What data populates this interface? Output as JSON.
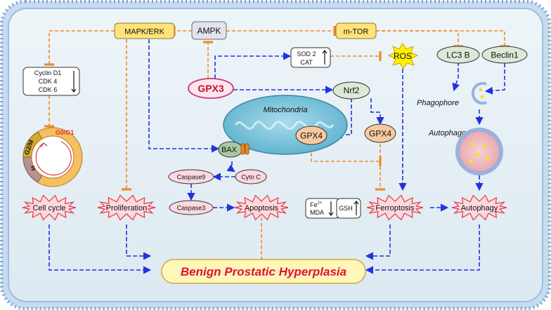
{
  "nodes": {
    "mapk": "MAPK/ERK",
    "ampk": "AMPK",
    "mtor": "m-TOR",
    "ros": "ROS",
    "sod2": "SOD 2",
    "cat": "CAT",
    "gpx3": "GPX3",
    "nrf2": "Nrf2",
    "lc3b": "LC3 B",
    "beclin1": "Beclin1",
    "cyclin_d1": "Cyclin D1",
    "cdk4": "CDK 4",
    "cdk6": "CDK 6",
    "mitochondria": "Mitochondria",
    "gpx4_mito": "GPX4",
    "gpx4_right": "GPX4",
    "bax": "BAX",
    "cyto_c": "Cyto C",
    "caspase9": "Caspase9",
    "caspase3": "Caspase3",
    "phagophore": "Phagophore",
    "autophagosome": "Autophagosome",
    "fe": "Fe",
    "fe_sup": "2+",
    "mda": "MDA",
    "gsh": "GSH"
  },
  "cell_cycle_phases": {
    "g0g1": "G0/G1",
    "g2m": "G2/M",
    "s": "S"
  },
  "outcomes": {
    "cell_cycle": "Cell cycle",
    "proliferation": "Proliferation",
    "apoptosis": "Apoptosis",
    "ferroptosis": "Ferroptosis",
    "autophagy": "Autophagy"
  },
  "result": "Benign Prostatic Hyperplasia",
  "colors": {
    "activation_arrow": "#2233dd",
    "inhibition_line": "#f08a24",
    "membrane": "#8fb4de",
    "cytoplasm": "#e6f0f6",
    "mapk_fill": "#ffe27a",
    "mtor_fill": "#ffe27a",
    "ampk_fill": "#e3e3ec",
    "gpx3_fill": "#ffe6ee",
    "gpx3_text": "#c8102e",
    "nrf2_fill": "#dde9d6",
    "gpx4_fill": "#f8c9a0",
    "mitochondria_fill": "#7ec3d9",
    "star_fill": "#fcd9de",
    "star_stroke": "#e53945",
    "ros_fill": "#fff000",
    "result_fill": "#fff7b8",
    "result_text": "#e0103a"
  }
}
